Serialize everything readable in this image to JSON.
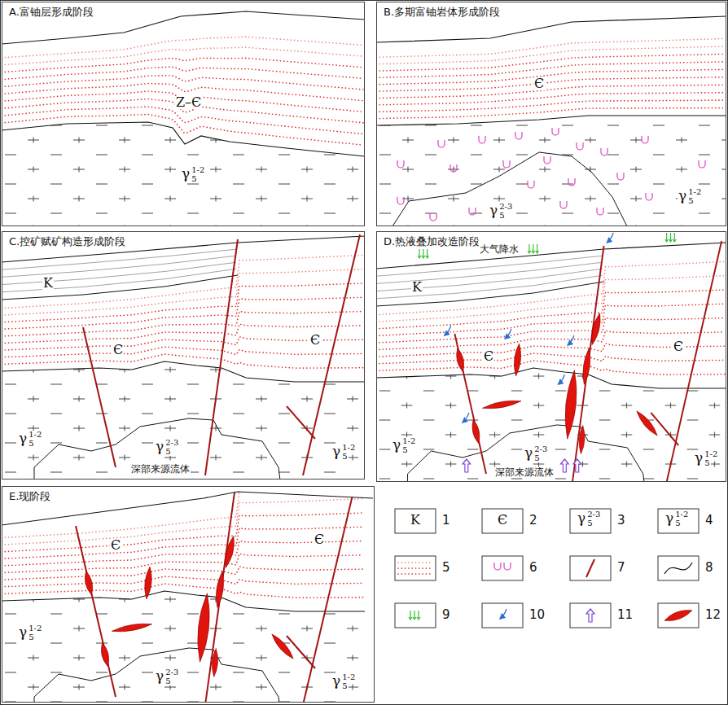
{
  "diagram": {
    "nodes": [
      {
        "text": [
          "A.富铀层形成阶段"
        ]
      },
      {
        "text": [
          "B.多期富铀岩体形成阶段"
        ]
      },
      {
        "text": [
          "C.控矿赋矿构造形成阶段"
        ]
      },
      {
        "text": [
          "D.热液叠加改造阶段"
        ]
      },
      {
        "text": [
          "E.现阶段"
        ]
      }
    ],
    "labels": [
      "Z–Є",
      "γ",
      "1-2",
      "5",
      "Є",
      "γ",
      "1-2",
      "5",
      "γ",
      "2-3",
      "5",
      "K",
      "Є",
      "Є",
      "γ",
      "1-2",
      "5",
      "γ",
      "2-3",
      "5",
      "γ",
      "1-2",
      "5",
      "深部来源流体",
      "大气降水",
      "K",
      "Є",
      "Є",
      "γ",
      "1-2",
      "5",
      "γ",
      "2-3",
      "5",
      "γ",
      "1-2",
      "5",
      "深部来源流体",
      "Є",
      "Є",
      "γ",
      "1-2",
      "5",
      "γ",
      "2-3",
      "5",
      "γ",
      "1-2",
      "5",
      "K",
      "Є",
      "γ",
      "2-3",
      "5",
      "γ",
      "1-2",
      "5"
    ],
    "legend": [
      {
        "text": "1"
      },
      {
        "text": "2"
      },
      {
        "text": "3"
      },
      {
        "text": "4"
      },
      {
        "text": "5"
      },
      {
        "text": "6"
      },
      {
        "text": "7"
      },
      {
        "text": "8"
      },
      {
        "text": "9"
      },
      {
        "text": "10"
      },
      {
        "text": "11"
      },
      {
        "text": "12"
      }
    ]
  }
}
